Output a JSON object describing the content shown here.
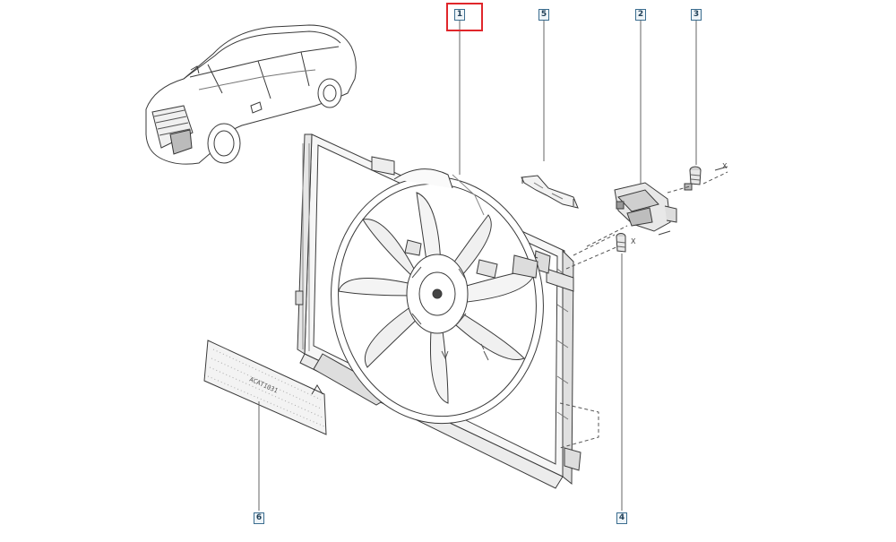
{
  "diagram": {
    "callouts": [
      {
        "id": "1",
        "label": "1",
        "highlighted": true
      },
      {
        "id": "2",
        "label": "2",
        "highlighted": false
      },
      {
        "id": "3",
        "label": "3",
        "highlighted": false
      },
      {
        "id": "4",
        "label": "4",
        "highlighted": false
      },
      {
        "id": "5",
        "label": "5",
        "highlighted": false
      },
      {
        "id": "6",
        "label": "6",
        "highlighted": false
      }
    ],
    "axis_marks": [
      "X",
      "X"
    ],
    "label_plate_text": "ACAT1031",
    "colors": {
      "line": "#3a3a3a",
      "callout_border": "#3b6d8f",
      "highlight": "#e0262b",
      "fill_light": "#f2f2f2",
      "fill_mid": "#dcdcdc"
    }
  }
}
